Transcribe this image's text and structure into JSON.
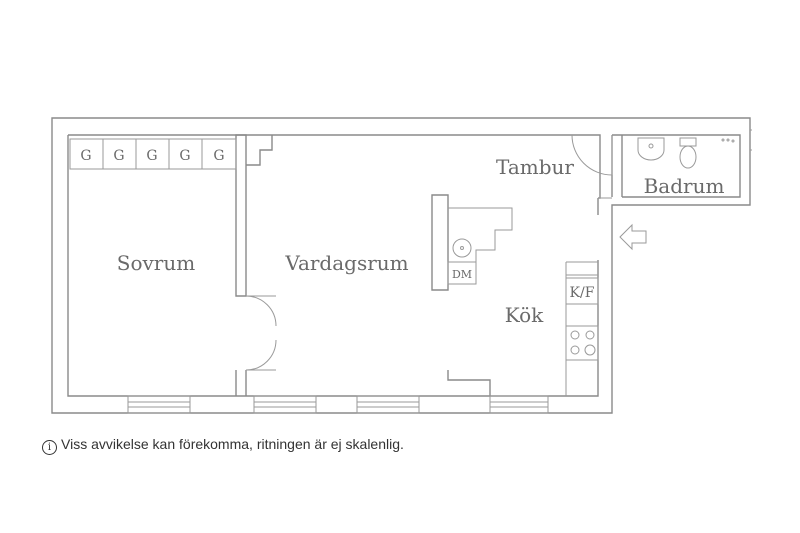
{
  "rooms": {
    "sovrum": "Sovrum",
    "vardagsrum": "Vardagsrum",
    "tambur": "Tambur",
    "badrum": "Badrum",
    "kok": "Kök"
  },
  "fixtures": {
    "wardrobe_label": "G",
    "dishwasher": "DM",
    "fridge_freezer": "K/F"
  },
  "disclaimer": {
    "icon": "i",
    "text": "Viss avvikelse kan förekomma, ritningen är ej skalenlig."
  }
}
